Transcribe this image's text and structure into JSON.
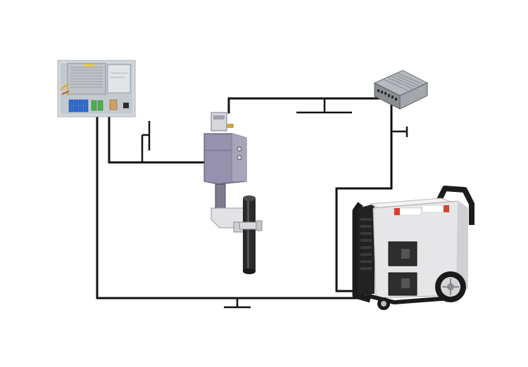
{
  "diagram": {
    "components": [
      {
        "id": "control-cabinet",
        "icon": "control-cabinet-icon"
      },
      {
        "id": "power-supply",
        "icon": "power-supply-icon"
      },
      {
        "id": "drive-head",
        "icon": "drive-head-icon"
      },
      {
        "id": "shaft-clamp",
        "icon": "shaft-clamp-icon"
      },
      {
        "id": "generator",
        "icon": "portable-generator-icon"
      }
    ],
    "colors": {
      "wire": "#111111",
      "cabinet": "#cfd3d7",
      "cabinet_blue": "#2c6bd6",
      "head": "#8e8aa4",
      "generator_body": "#e8e8e8",
      "generator_frame": "#1c1c1c",
      "label_red": "#d94030"
    }
  }
}
